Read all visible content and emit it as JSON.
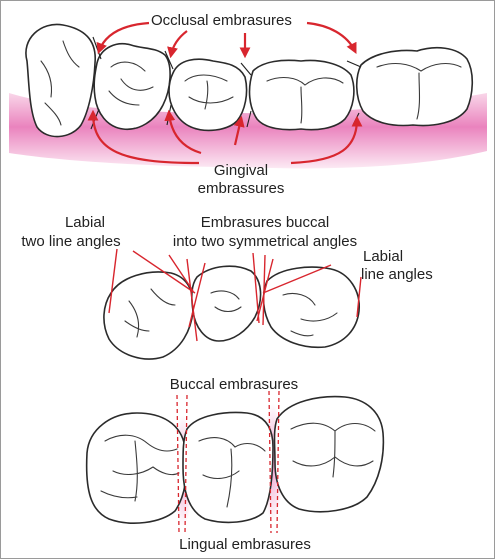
{
  "labels": {
    "occlusal": "Occlusal embrasures",
    "gingival_line1": "Gingival",
    "gingival_line2": "embrassures",
    "labial_left_line1": "Labial",
    "labial_left_line2": "two line angles",
    "embrasures_buccal_line1": "Embrasures buccal",
    "embrasures_buccal_line2": "into two symmetrical angles",
    "labial_right_line1": "Labial",
    "labial_right_line2": "line angles",
    "buccal": "Buccal embrasures",
    "lingual": "Lingual embrasures"
  },
  "colors": {
    "accent_red": "#d8262e",
    "gingiva_pink": "#e35aa8",
    "outline": "#2b2b2b"
  }
}
